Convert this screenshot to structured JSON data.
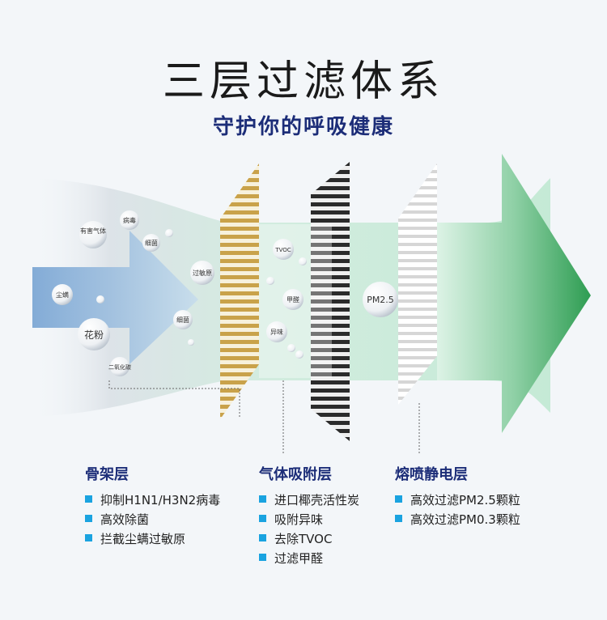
{
  "title": "三层过滤体系",
  "subtitle": "守护你的呼吸健康",
  "pollutants": {
    "left": [
      "有害气体",
      "病毒",
      "细菌",
      "尘螨",
      "过敏原",
      "细菌",
      "花粉",
      "二氧化碳"
    ],
    "middle": [
      "TVOC",
      "甲醛",
      "异味"
    ],
    "right": [
      "PM2.5"
    ]
  },
  "layers": [
    {
      "name": "骨架层",
      "items": [
        "抑制H1N1/H3N2病毒",
        "高效除菌",
        "拦截尘螨过敏原"
      ]
    },
    {
      "name": "气体吸附层",
      "items": [
        "进口椰壳活性炭",
        "吸附异味",
        "去除TVOC",
        "过滤甲醛"
      ]
    },
    {
      "name": "熔喷静电层",
      "items": [
        "高效过滤PM2.5颗粒",
        "高效过滤PM0.3颗粒"
      ]
    }
  ],
  "colors": {
    "title": "#1a1a1a",
    "subtitle": "#1c2d78",
    "bullet": "#1aa3e0",
    "arrow_green": "#2e9d52",
    "filter_gold": "#c9a24a",
    "filter_black": "#2b2b2b"
  }
}
